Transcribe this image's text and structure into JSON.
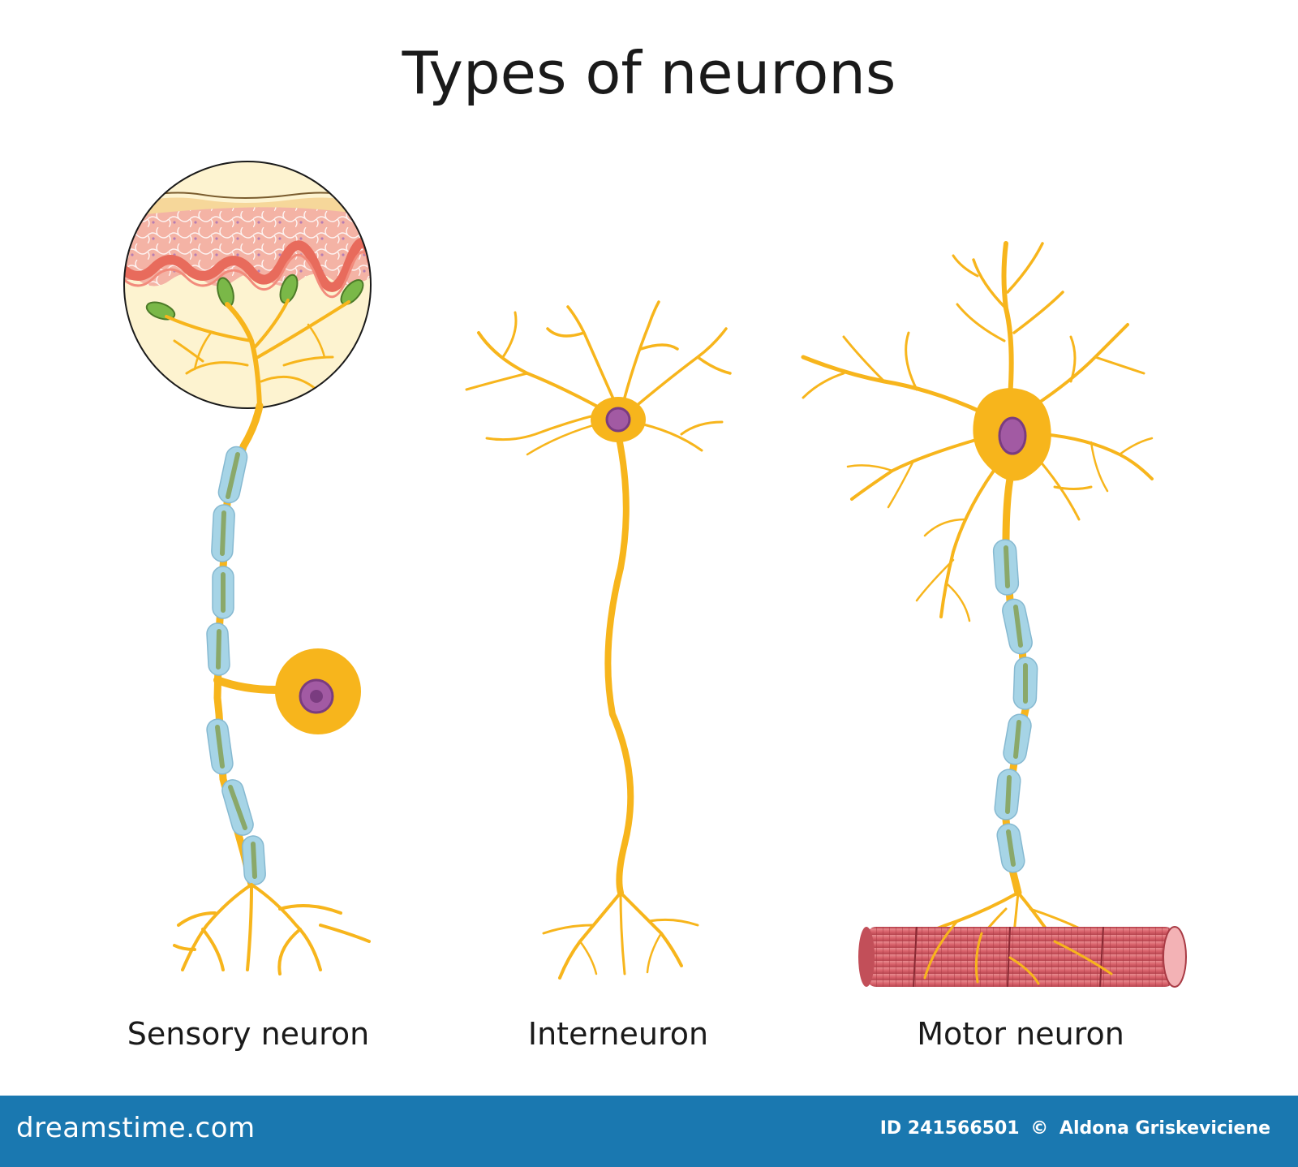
{
  "title": "Types of neurons",
  "labels": {
    "sensory": "Sensory neuron",
    "interneuron": "Interneuron",
    "motor": "Motor neuron"
  },
  "footer": {
    "brand": "dreamstime.com",
    "id": "ID 241566501",
    "copyright": "©",
    "author": "Aldona Griskeviciene"
  },
  "colors": {
    "neuron": "#f7b51c",
    "nucleus": "#a25aa3",
    "myelin": "#9fcde0",
    "myelin_core": "#8aa86a",
    "skin": "#f2a99b",
    "muscle": "#d9626b",
    "receptor": "#7ab848",
    "footer": "#1a78b0"
  }
}
